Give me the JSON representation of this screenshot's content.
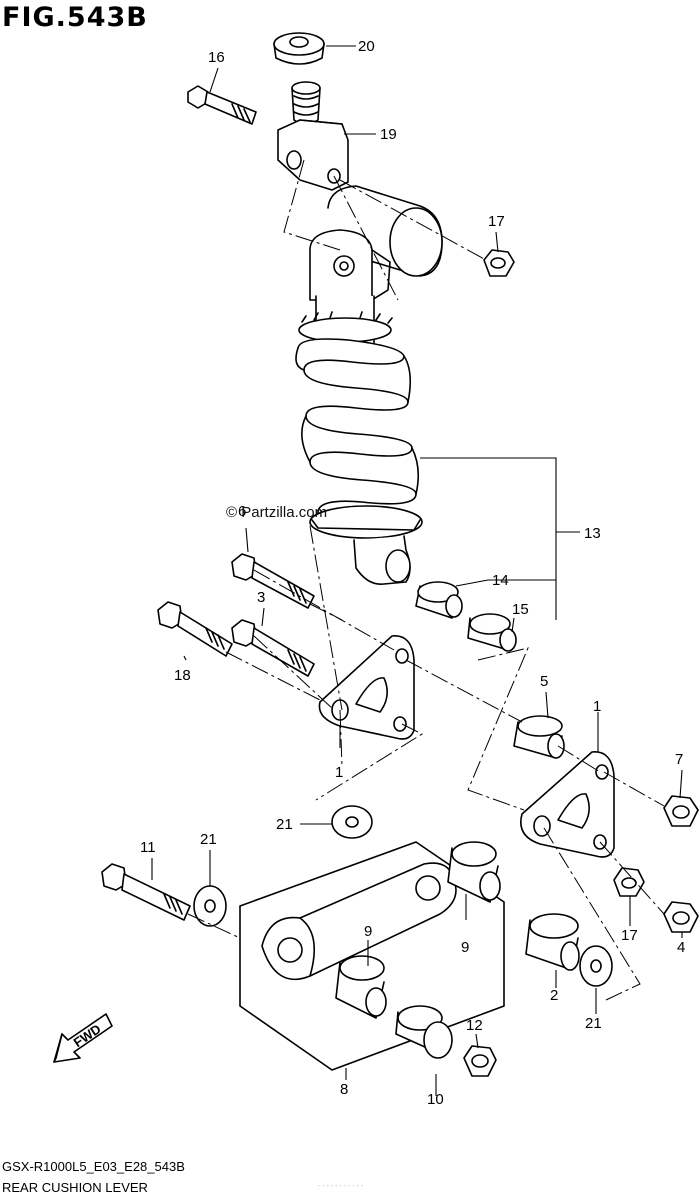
{
  "figure": {
    "title": "FIG.543B",
    "footer_code": "GSX-R1000L5_E03_E28_543B",
    "footer_name": "REAR CUSHION LEVER",
    "watermark": "© Partzilla.com",
    "faint_text": "- - - - - - - - - - -"
  },
  "fwd_label": "FWD",
  "callouts": [
    {
      "id": "c16",
      "label": "16"
    },
    {
      "id": "c20",
      "label": "20"
    },
    {
      "id": "c19",
      "label": "19"
    },
    {
      "id": "c17a",
      "label": "17"
    },
    {
      "id": "c6",
      "label": "6"
    },
    {
      "id": "c13",
      "label": "13"
    },
    {
      "id": "c3",
      "label": "3"
    },
    {
      "id": "c14",
      "label": "14"
    },
    {
      "id": "c15",
      "label": "15"
    },
    {
      "id": "c18",
      "label": "18"
    },
    {
      "id": "c5",
      "label": "5"
    },
    {
      "id": "c1a",
      "label": "1"
    },
    {
      "id": "c1b",
      "label": "1"
    },
    {
      "id": "c7",
      "label": "7"
    },
    {
      "id": "c11",
      "label": "11"
    },
    {
      "id": "c21a",
      "label": "21"
    },
    {
      "id": "c21b",
      "label": "21"
    },
    {
      "id": "c9a",
      "label": "9"
    },
    {
      "id": "c9b",
      "label": "9"
    },
    {
      "id": "c17b",
      "label": "17"
    },
    {
      "id": "c4",
      "label": "4"
    },
    {
      "id": "c2",
      "label": "2"
    },
    {
      "id": "c21c",
      "label": "21"
    },
    {
      "id": "c12",
      "label": "12"
    },
    {
      "id": "c8",
      "label": "8"
    },
    {
      "id": "c10",
      "label": "10"
    }
  ]
}
